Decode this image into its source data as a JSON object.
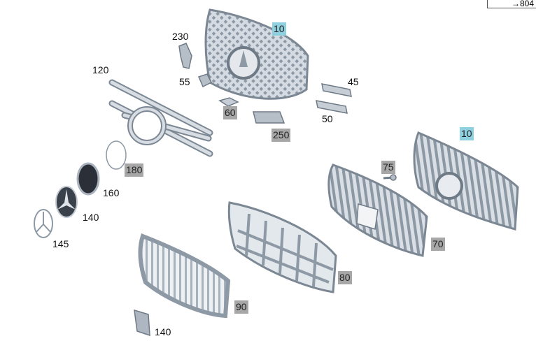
{
  "ref": {
    "label": "804"
  },
  "callouts": {
    "c230": "230",
    "c120": "120",
    "c55": "55",
    "c45": "45",
    "c50": "50",
    "c75": "75",
    "c160": "160",
    "c140a": "140",
    "c145": "145",
    "c140b": "140"
  },
  "tags": {
    "t10a": "10",
    "t60": "60",
    "t250": "250",
    "t180": "180",
    "t10b": "10",
    "t70": "70",
    "t80": "80",
    "t90": "90"
  },
  "colors": {
    "part_fill": "#c9d0d8",
    "part_stroke": "#7c8794",
    "tag_gray": "#a7a7a7",
    "tag_blue": "#8fd0e0"
  }
}
